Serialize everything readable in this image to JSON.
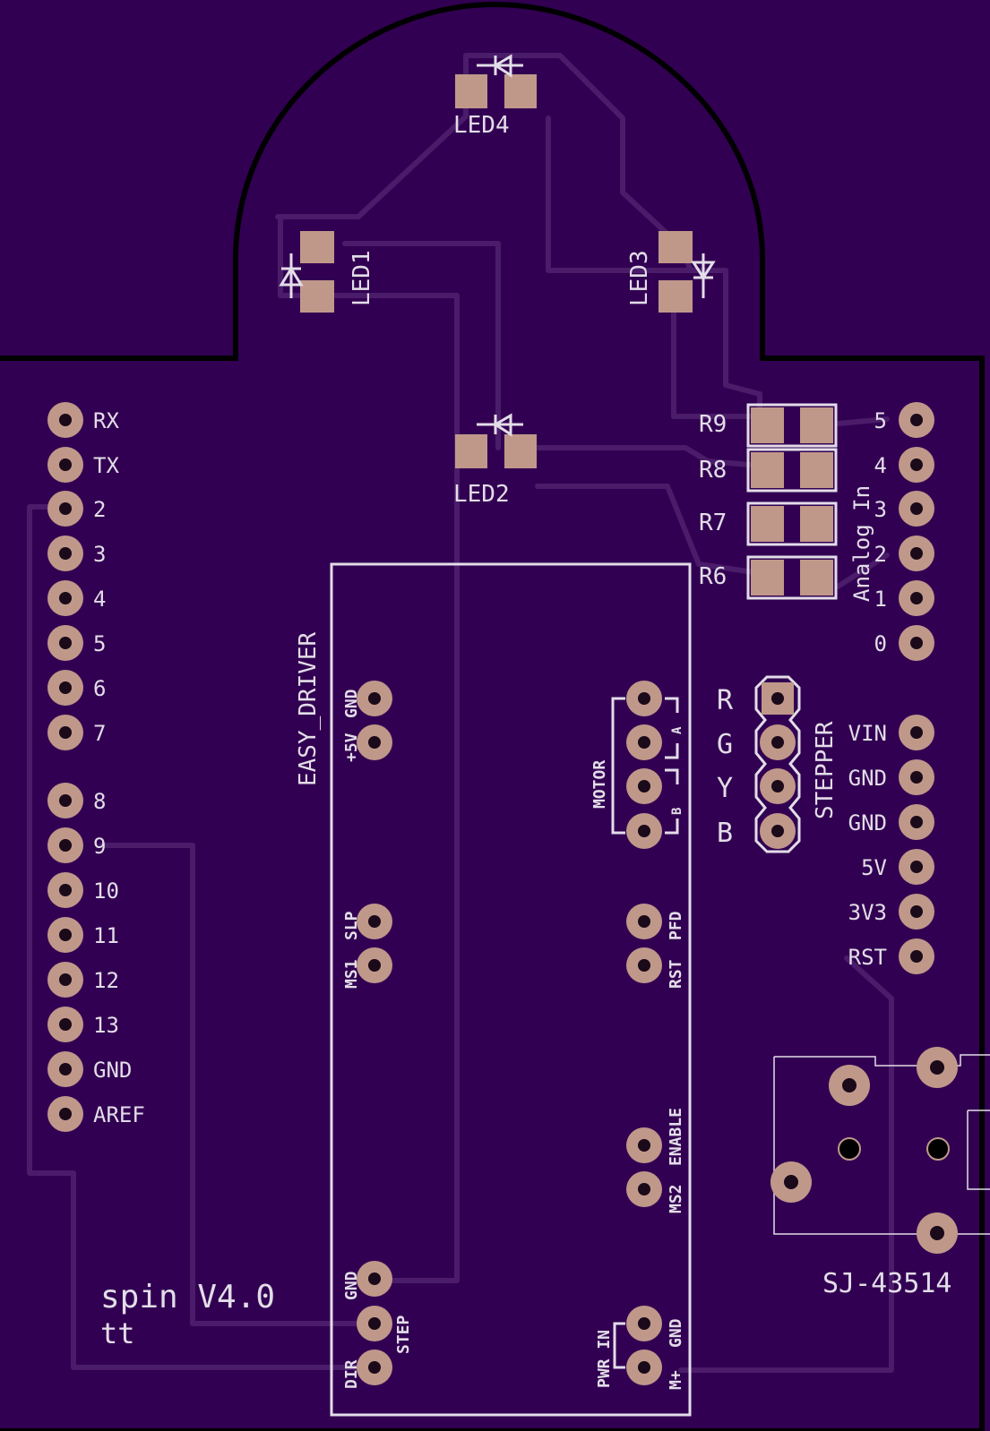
{
  "board": {
    "colors": {
      "board": "#320052",
      "edge": "#000000",
      "pad": "#c0988a",
      "silk": "#e2dde8",
      "trace": "#4a1c6a"
    }
  },
  "leds": {
    "led1": "LED1",
    "led2": "LED2",
    "led3": "LED3",
    "led4": "LED4"
  },
  "resistors": {
    "r6": "R6",
    "r7": "R7",
    "r8": "R8",
    "r9": "R9"
  },
  "digital_header": [
    "RX",
    "TX",
    "2",
    "3",
    "4",
    "5",
    "6",
    "7",
    "8",
    "9",
    "10",
    "11",
    "12",
    "13",
    "GND",
    "AREF"
  ],
  "analog_header": {
    "title": "Analog In",
    "pins": [
      "5",
      "4",
      "3",
      "2",
      "1",
      "0"
    ]
  },
  "power_header": [
    "VIN",
    "GND",
    "GND",
    "5V",
    "3V3",
    "RST"
  ],
  "easy_driver": {
    "title": "EASY_DRIVER",
    "gnd": "GND",
    "v5": "+5V",
    "slp": "SLP",
    "ms1": "MS1",
    "pfd": "PFD",
    "rst": "RST",
    "enable": "ENABLE",
    "ms2": "MS2",
    "motor": "MOTOR",
    "a": "A",
    "b": "B",
    "gnd2": "GND",
    "step": "STEP",
    "dir": "DIR",
    "pwr_in": "PWR IN",
    "gnd3": "GND",
    "mplus": "M+"
  },
  "stepper": {
    "title": "STEPPER",
    "colors": [
      "R",
      "G",
      "Y",
      "B"
    ]
  },
  "jack": {
    "label": "SJ-43514"
  },
  "footer": {
    "name": "spin V4.0",
    "author": "tt"
  }
}
